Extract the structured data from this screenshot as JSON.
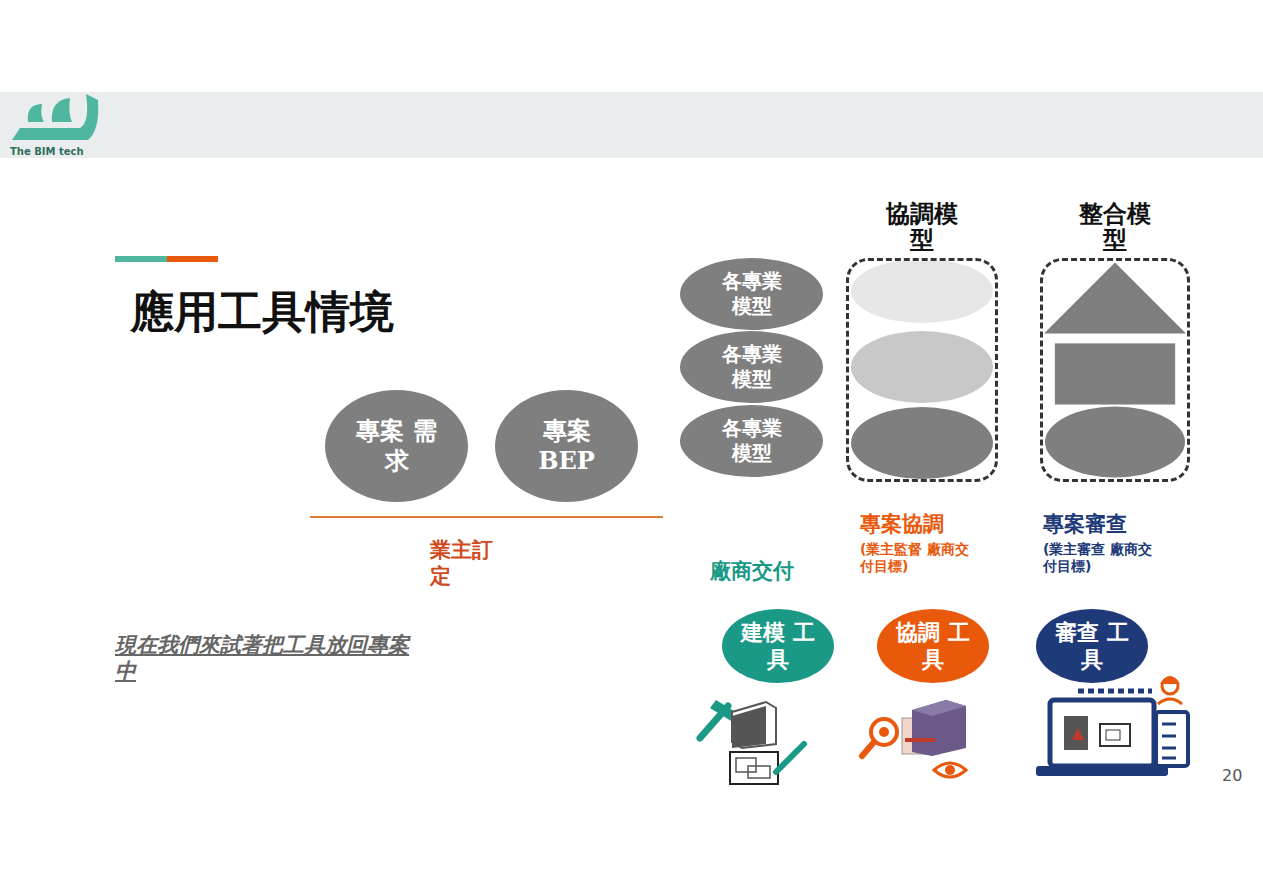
{
  "diagram": {
    "title": "應用工具情境",
    "nodes": [
      {
        "text": [
          "專案 需求"
        ]
      },
      {
        "text": [
          "專案 BEP"
        ]
      },
      {
        "text": [
          "各專業 模型"
        ]
      },
      {
        "text": [
          "各專業 模型"
        ]
      },
      {
        "text": [
          "各專業 模型"
        ]
      },
      {
        "text": [
          "協調模 型"
        ]
      },
      {
        "text": [
          "整合模 型"
        ]
      },
      {
        "text": [
          "建模 工具"
        ]
      },
      {
        "text": [
          "協調 工具"
        ]
      },
      {
        "text": [
          "審查 工具"
        ]
      }
    ],
    "labels": [
      "The BIM tech",
      "業主訂 定",
      "廠商交付",
      "專案協調",
      "(業主監督 廠商交付目標)",
      "專案審查",
      "(業主審查 廠商交付目標)",
      "現在我們來試著把工具放回專案 中",
      "20"
    ]
  }
}
